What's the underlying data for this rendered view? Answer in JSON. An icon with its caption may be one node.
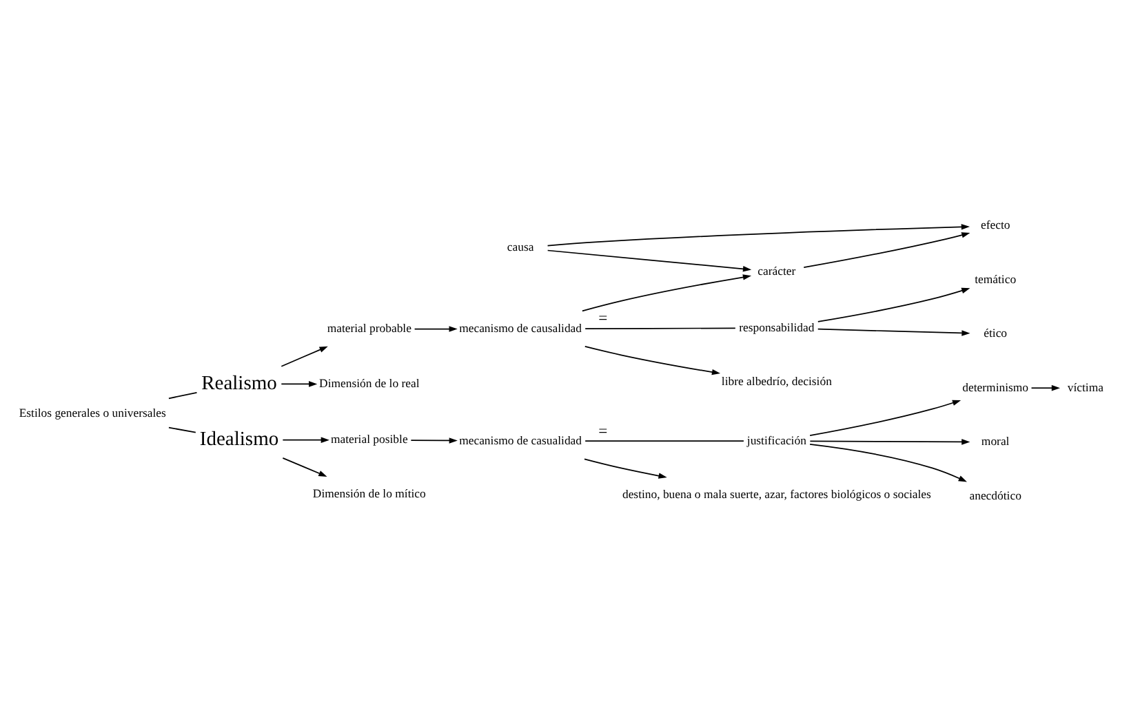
{
  "diagram": {
    "nodes": [
      {
        "text": [
          "Estilos generales o universales"
        ]
      },
      {
        "text": [
          "Realismo"
        ]
      },
      {
        "text": [
          "material probable"
        ]
      },
      {
        "text": [
          "mecanismo de causalidad"
        ]
      },
      {
        "text": [
          "carácter"
        ]
      },
      {
        "text": [
          "causa"
        ]
      },
      {
        "text": [
          "efecto"
        ]
      },
      {
        "text": [
          "libre albedrío, decisión"
        ]
      },
      {
        "text": [
          "responsabilidad"
        ]
      },
      {
        "text": [
          "ético"
        ]
      },
      {
        "text": [
          "temático"
        ]
      },
      {
        "text": [
          "Dimensión de lo real"
        ]
      },
      {
        "text": [
          "Idealismo"
        ]
      },
      {
        "text": [
          "material posible"
        ]
      },
      {
        "text": [
          "mecanismo de casualidad"
        ]
      },
      {
        "text": [
          "destino, buena o mala suerte, azar, factores biológicos o sociales"
        ]
      },
      {
        "text": [
          "justificación"
        ]
      },
      {
        "text": [
          "moral"
        ]
      },
      {
        "text": [
          "anecdótico"
        ]
      },
      {
        "text": [
          "determinismo"
        ]
      },
      {
        "text": [
          "víctima"
        ]
      },
      {
        "text": [
          "Dimensión de lo mítico"
        ]
      }
    ],
    "edges": [
      {
        "from": 0,
        "to": 1,
        "arrow": "none"
      },
      {
        "from": 0,
        "to": 12,
        "arrow": "none"
      },
      {
        "from": 1,
        "to": 2,
        "arrow": "to"
      },
      {
        "from": 2,
        "to": 3,
        "arrow": "to"
      },
      {
        "from": 3,
        "to": 4,
        "arrow": "to"
      },
      {
        "from": 5,
        "to": 4,
        "arrow": "to"
      },
      {
        "from": 4,
        "to": 6,
        "arrow": "to"
      },
      {
        "from": 5,
        "to": 6,
        "arrow": "to"
      },
      {
        "from": 3,
        "to": 7,
        "arrow": "to"
      },
      {
        "from": 3,
        "to": 8,
        "arrow": "none",
        "label": "="
      },
      {
        "from": 8,
        "to": 9,
        "arrow": "to"
      },
      {
        "from": 8,
        "to": 10,
        "arrow": "to"
      },
      {
        "from": 1,
        "to": 11,
        "arrow": "to"
      },
      {
        "from": 12,
        "to": 13,
        "arrow": "to"
      },
      {
        "from": 13,
        "to": 14,
        "arrow": "to"
      },
      {
        "from": 14,
        "to": 15,
        "arrow": "to"
      },
      {
        "from": 14,
        "to": 16,
        "arrow": "none",
        "label": "="
      },
      {
        "from": 16,
        "to": 17,
        "arrow": "to"
      },
      {
        "from": 16,
        "to": 18,
        "arrow": "to"
      },
      {
        "from": 16,
        "to": 19,
        "arrow": "to"
      },
      {
        "from": 19,
        "to": 20,
        "arrow": "to"
      },
      {
        "from": 12,
        "to": 21,
        "arrow": "to"
      }
    ]
  }
}
